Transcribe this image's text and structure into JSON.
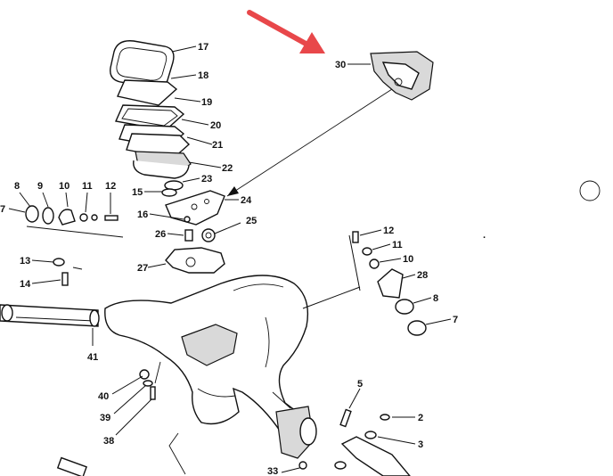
{
  "diagram": {
    "accent_color": "#e8474a",
    "labels": {
      "n30": "30",
      "n17": "17",
      "n18": "18",
      "n19": "19",
      "n20": "20",
      "n21": "21",
      "n22": "22",
      "n23": "23",
      "n15": "15",
      "n24": "24",
      "n16": "16",
      "n25": "25",
      "n26": "26",
      "n27": "27",
      "n8a": "8",
      "n9": "9",
      "n10a": "10",
      "n11a": "11",
      "n12a": "12",
      "n7a": "7",
      "n13": "13",
      "n14": "14",
      "n41": "41",
      "n40": "40",
      "n39": "39",
      "n38": "38",
      "n12b": "12",
      "n11b": "11",
      "n10b": "10",
      "n28": "28",
      "n8b": "8",
      "n7b": "7",
      "n5": "5",
      "n2": "2",
      "n3": "3",
      "n33": "33"
    }
  }
}
